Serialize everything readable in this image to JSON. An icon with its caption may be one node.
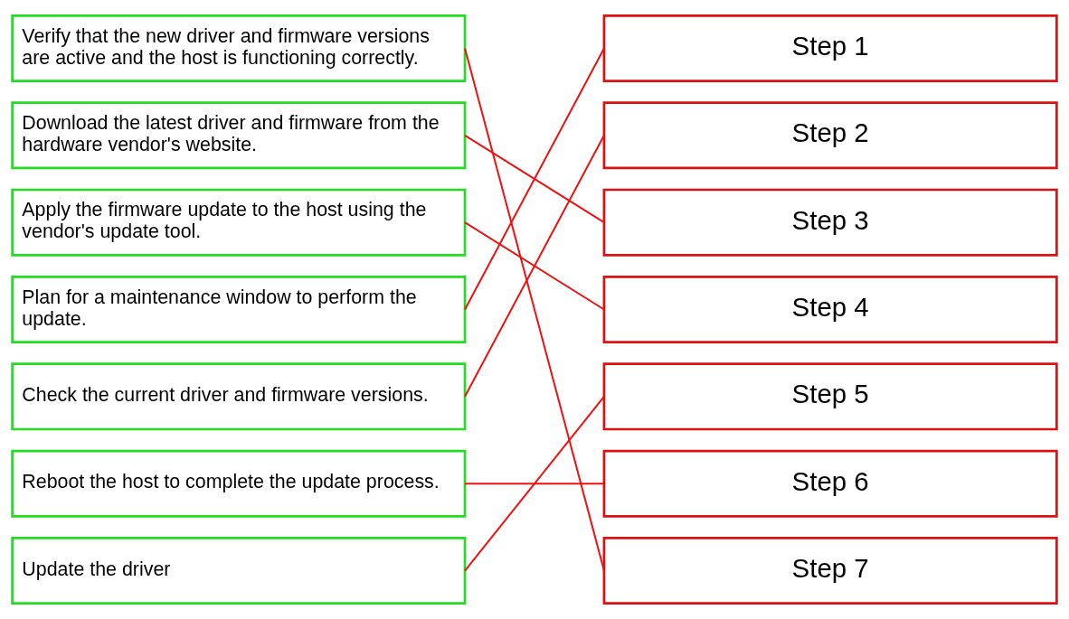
{
  "diagram": {
    "nodes": [
      {
        "text": [
          "Verify that the new driver and firmware versions are active and the host is functioning correctly."
        ]
      },
      {
        "text": [
          "Download the latest driver and firmware from the hardware vendor's website."
        ]
      },
      {
        "text": [
          "Apply the firmware update to the host using the vendor's update tool."
        ]
      },
      {
        "text": [
          "Plan for a maintenance window to perform the update."
        ]
      },
      {
        "text": [
          "Check the current driver and firmware versions."
        ]
      },
      {
        "text": [
          "Reboot the host to complete the update process."
        ]
      },
      {
        "text": [
          "Update the driver"
        ]
      },
      {
        "text": [
          "Step 1"
        ]
      },
      {
        "text": [
          "Step 2"
        ]
      },
      {
        "text": [
          "Step 3"
        ]
      },
      {
        "text": [
          "Step 4"
        ]
      },
      {
        "text": [
          "Step 5"
        ]
      },
      {
        "text": [
          "Step 6"
        ]
      },
      {
        "text": [
          "Step 7"
        ]
      }
    ],
    "edges": [
      {
        "from": 0,
        "to": 13,
        "arrow": "none"
      },
      {
        "from": 1,
        "to": 9,
        "arrow": "none"
      },
      {
        "from": 2,
        "to": 10,
        "arrow": "none"
      },
      {
        "from": 3,
        "to": 7,
        "arrow": "none"
      },
      {
        "from": 4,
        "to": 8,
        "arrow": "none"
      },
      {
        "from": 5,
        "to": 12,
        "arrow": "none"
      },
      {
        "from": 6,
        "to": 11,
        "arrow": "none"
      }
    ]
  }
}
